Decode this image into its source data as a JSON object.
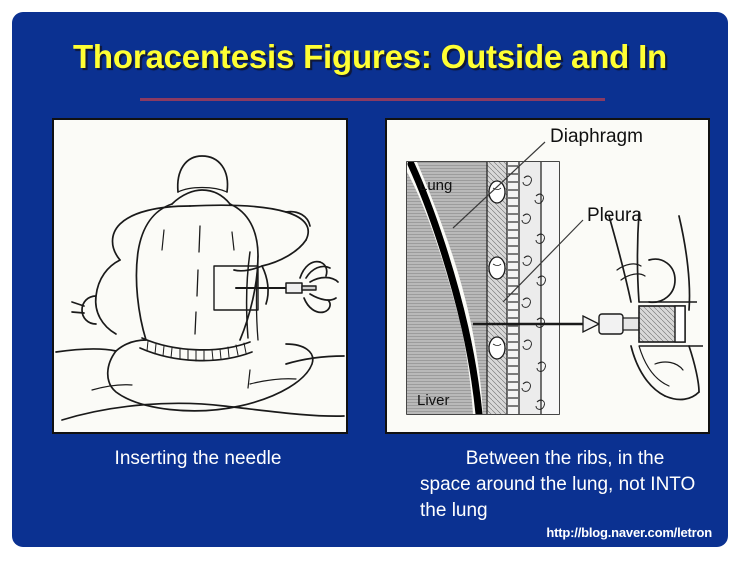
{
  "slide": {
    "title": "Thoracentesis Figures: Outside and In",
    "background_color": "#0B3191",
    "title_color": "#FFFF33",
    "divider_color": "#8B3A62",
    "caption_color": "#FFFFFF"
  },
  "figures": {
    "left": {
      "caption": "Inserting the needle",
      "alt": "Line drawing of a seated patient viewed from behind, leaning forward with arms folded, a square marking the insertion site on the right lower back and a needle with syringe being inserted"
    },
    "right": {
      "caption_line1": "Between the ribs, in the",
      "caption_line2": "space around the lung, not",
      "caption_line3": "INTO the lung",
      "alt": "Anatomical cross-section through the chest wall showing needle passing between ribs into the pleural space, with a hand holding the syringe",
      "labels": {
        "diaphragm": "Diaphragm",
        "pleura": "Pleura",
        "lung": "Lung",
        "liver": "Liver"
      }
    }
  },
  "watermark": {
    "url": "http://blog.naver.com/letron"
  }
}
